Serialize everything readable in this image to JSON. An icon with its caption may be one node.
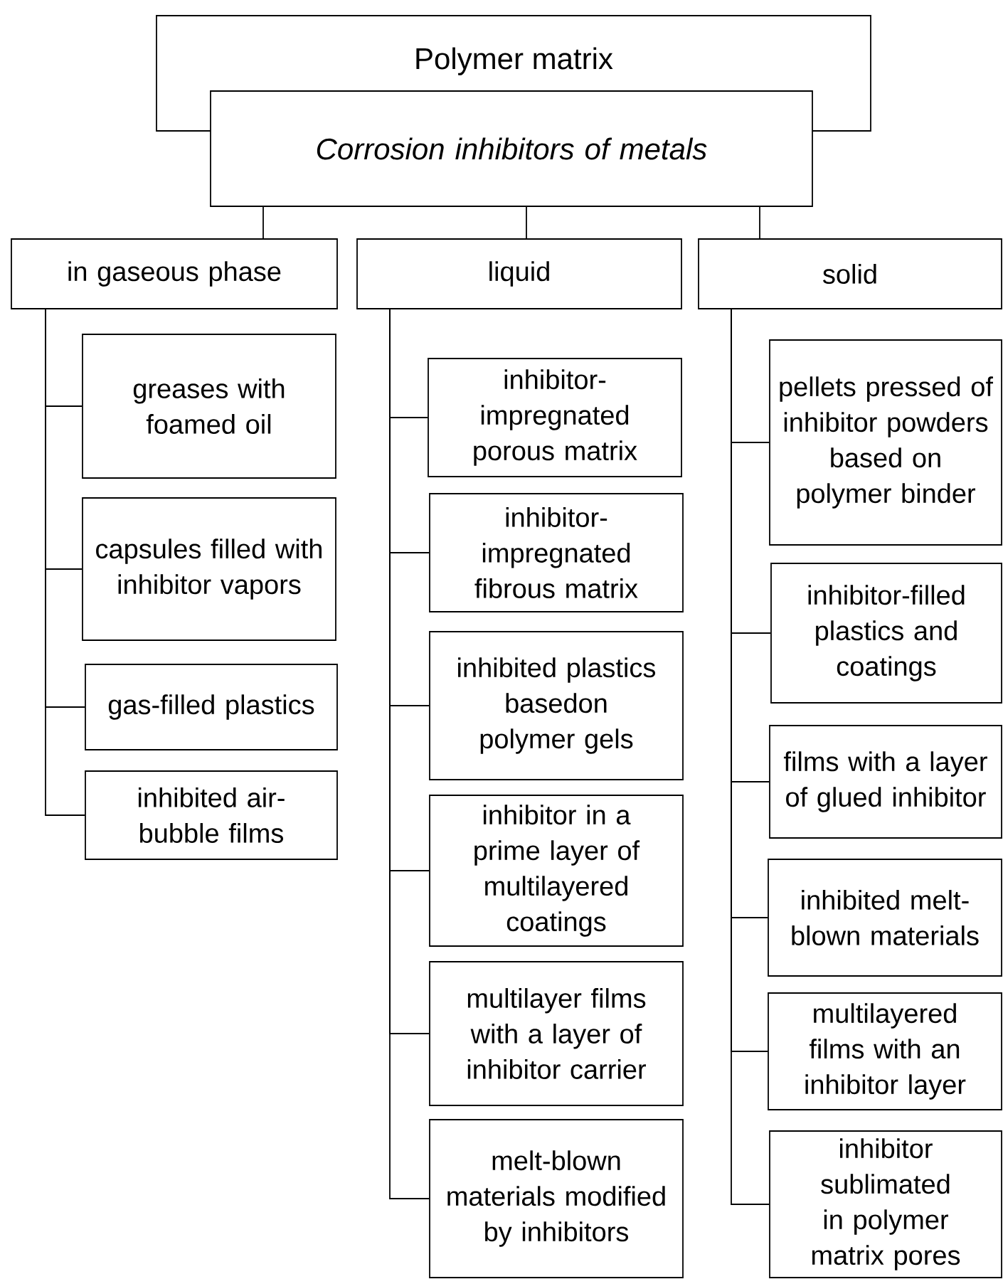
{
  "diagram": {
    "nodes": [
      {
        "text": [
          "Polymer matrix"
        ]
      },
      {
        "text": [
          "*Corrosion inhibitors of metals*"
        ]
      },
      {
        "text": [
          "in gaseous phase"
        ]
      },
      {
        "text": [
          "liquid"
        ]
      },
      {
        "text": [
          "solid"
        ]
      },
      {
        "text": [
          "greases with foamed oil"
        ]
      },
      {
        "text": [
          "capsules filled with inhibitor vapors"
        ]
      },
      {
        "text": [
          "gas-filled plastics"
        ]
      },
      {
        "text": [
          "inhibited air-bubble films"
        ]
      },
      {
        "text": [
          "inhibitor-impregnated porous matrix"
        ]
      },
      {
        "text": [
          "inhibitor-impregnated fibrous matrix"
        ]
      },
      {
        "text": [
          "inhibited plastics basedon polymer gels"
        ]
      },
      {
        "text": [
          "inhibitor in a prime layer of multilayered coatings"
        ]
      },
      {
        "text": [
          "multilayer films with a layer of inhibitor carrier"
        ]
      },
      {
        "text": [
          "melt-blown materials modified by inhibitors"
        ]
      },
      {
        "text": [
          "pellets pressed of inhibitor powders based on polymer binder"
        ]
      },
      {
        "text": [
          "inhibitor-filled plastics and coatings"
        ]
      },
      {
        "text": [
          "films with a layer of glued inhibitor"
        ]
      },
      {
        "text": [
          "inhibited melt-blown materials"
        ]
      },
      {
        "text": [
          "multilayered films with an inhibitor layer"
        ]
      },
      {
        "text": [
          "inhibitor sublimated in polymer matrix pores"
        ]
      }
    ],
    "edges": [
      {
        "from": 1,
        "to": 2,
        "arrow": "none"
      },
      {
        "from": 1,
        "to": 3,
        "arrow": "none"
      },
      {
        "from": 1,
        "to": 4,
        "arrow": "none"
      },
      {
        "from": 2,
        "to": 5,
        "arrow": "none"
      },
      {
        "from": 2,
        "to": 6,
        "arrow": "none"
      },
      {
        "from": 2,
        "to": 7,
        "arrow": "none"
      },
      {
        "from": 2,
        "to": 8,
        "arrow": "none"
      },
      {
        "from": 3,
        "to": 9,
        "arrow": "none"
      },
      {
        "from": 3,
        "to": 10,
        "arrow": "none"
      },
      {
        "from": 3,
        "to": 11,
        "arrow": "none"
      },
      {
        "from": 3,
        "to": 12,
        "arrow": "none"
      },
      {
        "from": 3,
        "to": 13,
        "arrow": "none"
      },
      {
        "from": 3,
        "to": 14,
        "arrow": "none"
      },
      {
        "from": 4,
        "to": 15,
        "arrow": "none"
      },
      {
        "from": 4,
        "to": 16,
        "arrow": "none"
      },
      {
        "from": 4,
        "to": 17,
        "arrow": "none"
      },
      {
        "from": 4,
        "to": 18,
        "arrow": "none"
      },
      {
        "from": 4,
        "to": 19,
        "arrow": "none"
      },
      {
        "from": 4,
        "to": 20,
        "arrow": "none"
      }
    ]
  }
}
